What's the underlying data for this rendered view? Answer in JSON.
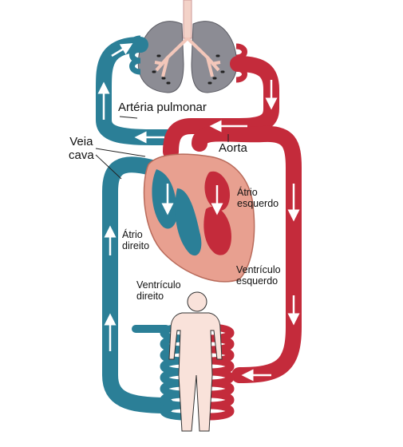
{
  "labels": {
    "pulmonary_artery": "Artéria pulmonar",
    "vena_cava_line1": "Veia",
    "vena_cava_line2": "cava",
    "aorta": "Aorta",
    "left_atrium_line1": "Átrio",
    "left_atrium_line2": "esquerdo",
    "right_atrium_line1": "Átrio",
    "right_atrium_line2": "direito",
    "left_ventricle_line1": "Ventrículo",
    "left_ventricle_line2": "esquerdo",
    "right_ventricle_line1": "Ventrículo",
    "right_ventricle_line2": "direito"
  },
  "colors": {
    "deoxygenated_blood": "#2b7f97",
    "oxygenated_blood": "#c42b3b",
    "heart_tissue": "#e8a090",
    "lungs": "#8c8c94",
    "body_skin": "#f9e2da",
    "flow_arrows": "#ffffff"
  }
}
